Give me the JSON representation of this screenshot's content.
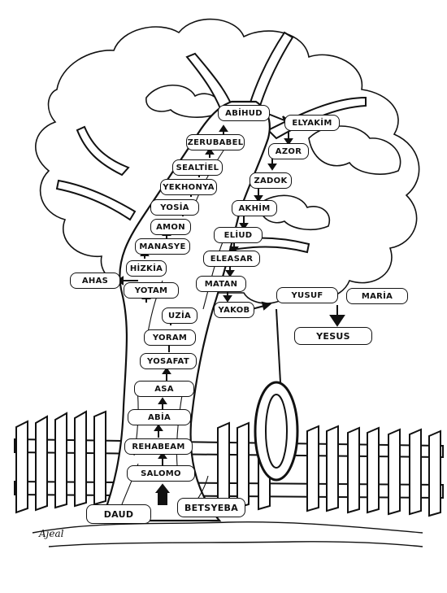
{
  "diagram": {
    "names": {
      "abihud": "ABİHUD",
      "elyakim": "ELYAKİM",
      "zerubabel": "ZERUBABEL",
      "azor": "AZOR",
      "sealtiel": "SEALTİEL",
      "zadok": "ZADOK",
      "yekhonya": "YEKHONYA",
      "akhim": "AKHİM",
      "yosia": "YOSİA",
      "amon": "AMON",
      "eliud": "ELİUD",
      "manasye": "MANASYE",
      "eleasar": "ELEASAR",
      "hizkia": "HİZKİA",
      "ahas": "AHAS",
      "matan": "MATAN",
      "yotam": "YOTAM",
      "yusuf": "YUSUF",
      "maria": "MARİA",
      "yakob": "YAKOB",
      "uzia": "UZİA",
      "yesus": "YESUS",
      "yoram": "YORAM",
      "yosafat": "YOSAFAT",
      "asa": "ASA",
      "abia": "ABİA",
      "rehabeam": "REHABEAM",
      "salomo": "SALOMO",
      "daud": "DAUD",
      "betsyeba": "BETSYEBA"
    },
    "signature": "Ajeal"
  }
}
